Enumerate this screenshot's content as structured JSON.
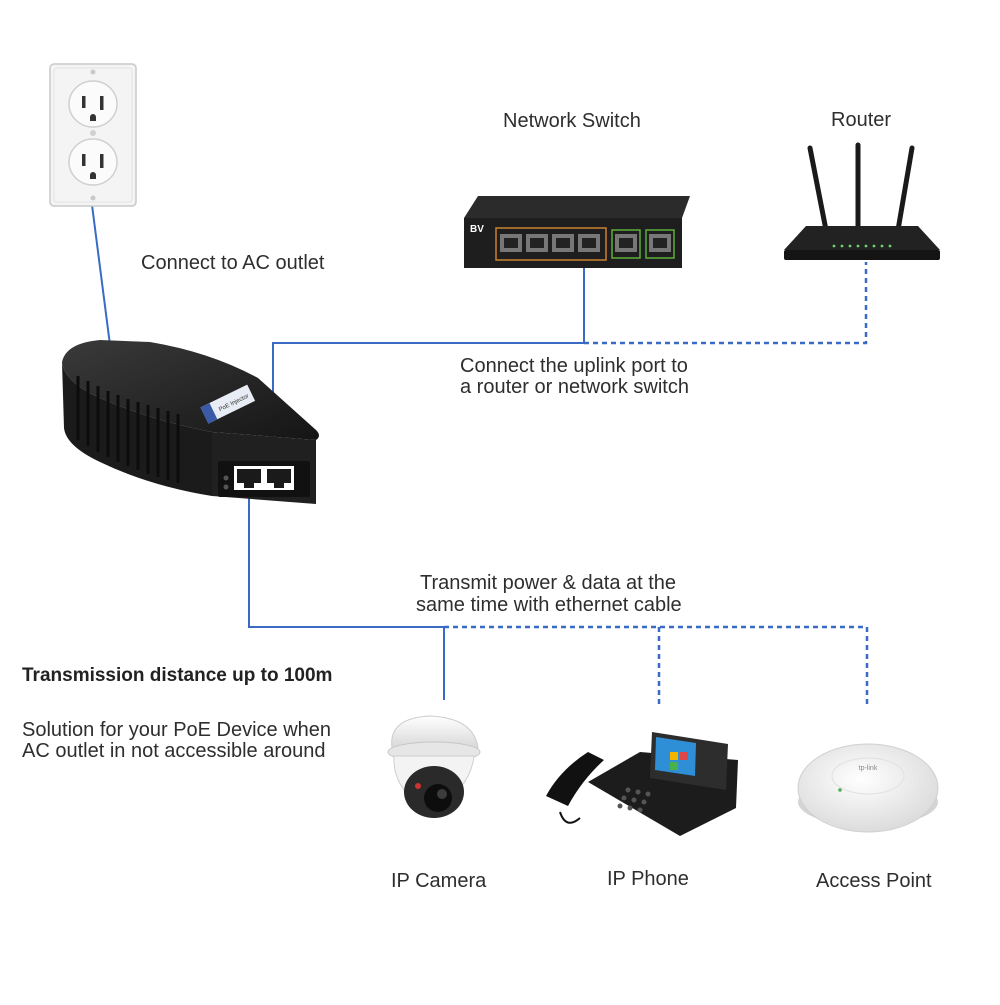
{
  "labels": {
    "network_switch": "Network Switch",
    "router": "Router",
    "ac_outlet": "Connect to AC outlet",
    "uplink_line1": "Connect the uplink port to",
    "uplink_line2": "a router or network switch",
    "transmit_line1": "Transmit power & data at the",
    "transmit_line2": "same time with ethernet cable",
    "distance": "Transmission distance up to 100m",
    "solution_line1": "Solution for your PoE Device when",
    "solution_line2": "AC outlet in not accessible around",
    "ip_camera": "IP Camera",
    "ip_phone": "IP Phone",
    "access_point": "Access Point"
  },
  "device_text": {
    "injector_label": "PoE Injector",
    "switch_brand": "BV",
    "ap_brand": "tp-link"
  },
  "colors": {
    "cable": "#3a6bc4",
    "device_body": "#1e1e1e",
    "port_orange": "#c9822e",
    "port_green": "#5fae3c",
    "outlet_plate": "#f2f2f2"
  }
}
